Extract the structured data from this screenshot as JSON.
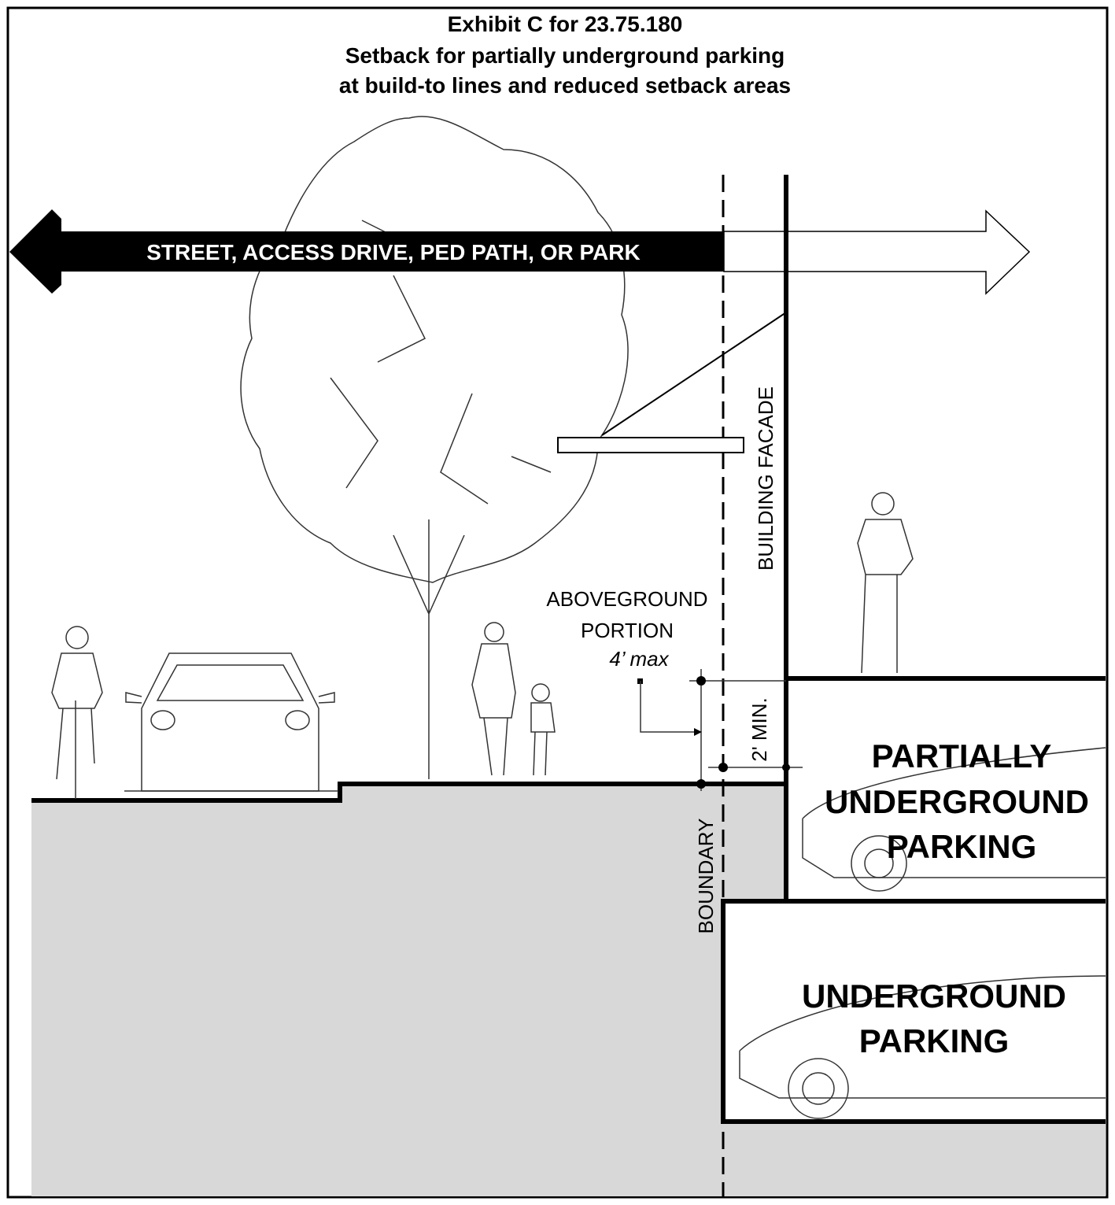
{
  "title": {
    "line1": "Exhibit C for 23.75.180",
    "line2": "Setback for partially underground parking",
    "line3": "at build-to lines and reduced setback areas"
  },
  "arrow_label": "STREET, ACCESS DRIVE, PED PATH, OR PARK",
  "labels": {
    "building_facade": "BUILDING FACADE",
    "boundary": "BOUNDARY",
    "two_min": "2' MIN.",
    "aboveground_1": "ABOVEGROUND",
    "aboveground_2": "PORTION",
    "four_max": "4’ max"
  },
  "partial_parking": [
    "PARTIALLY",
    "UNDERGROUND",
    "PARKING"
  ],
  "underground_parking": [
    "UNDERGROUND",
    "PARKING"
  ],
  "colors": {
    "ground": "#d8d8d8",
    "line": "#000000"
  }
}
